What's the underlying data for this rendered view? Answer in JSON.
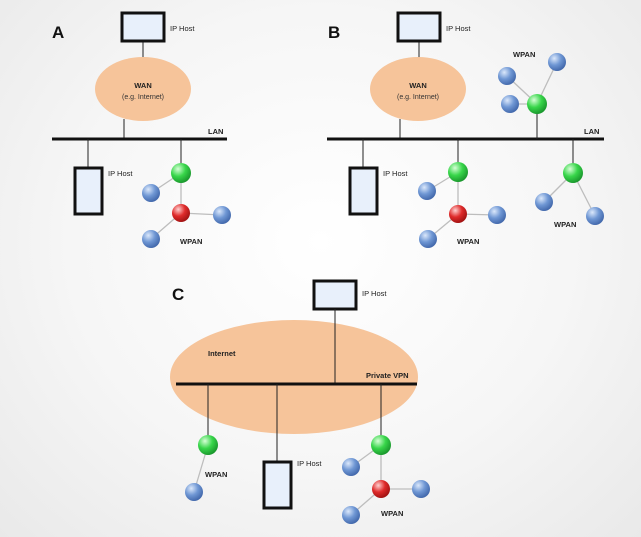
{
  "panels": {
    "a": {
      "letter": "A",
      "wan_title": "WAN",
      "wan_subtitle": "(e.g. Internet)",
      "lan_label": "LAN",
      "wpan_label": "WPAN",
      "host_top_label": "IP Host",
      "host_bottom_label": "IP Host"
    },
    "b": {
      "letter": "B",
      "wan_title": "WAN",
      "wan_subtitle": "(e.g. Internet)",
      "lan_label": "LAN",
      "wpan_top_label": "WPAN",
      "wpan_mid_label": "WPAN",
      "wpan_right_label": "WPAN",
      "host_top_label": "IP Host",
      "host_bottom_label": "IP Host"
    },
    "c": {
      "letter": "C",
      "internet_label": "Internet",
      "vpn_label": "Private VPN",
      "host_top_label": "IP Host",
      "host_bottom_label": "IP Host",
      "wpan_left_label": "WPAN",
      "wpan_right_label": "WPAN"
    }
  },
  "colors": {
    "cloud": "#f6c49a",
    "coordinator_green": "#2ecc40",
    "router_red": "#d9211f",
    "device_blue": "#5b86c8",
    "host_fill": "#e8f0fb"
  }
}
